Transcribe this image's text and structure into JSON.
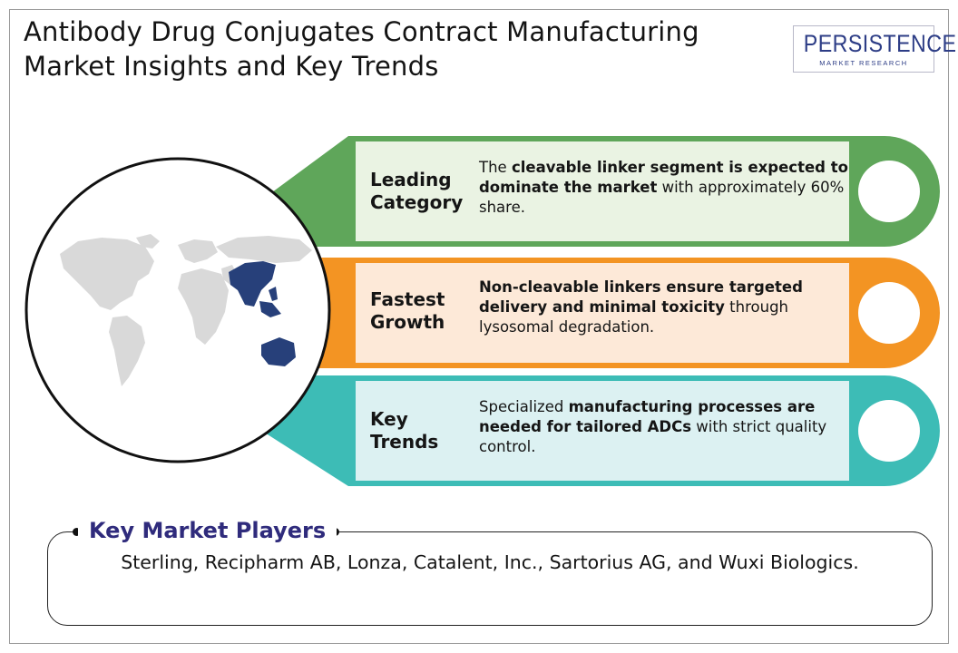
{
  "title": {
    "line1": "Antibody Drug Conjugates Contract Manufacturing",
    "line2": "Market Insights and Key Trends"
  },
  "logo": {
    "main": "PERSISTENCE",
    "sub": "MARKET RESEARCH",
    "color": "#2d3d86"
  },
  "map": {
    "highlight_region": "Asia Pacific",
    "highlight_color": "#27407a",
    "land_color": "#d9d9d9"
  },
  "rows": [
    {
      "label_line1": "Leading",
      "label_line2": "Category",
      "text_plain1": "The ",
      "text_bold": "cleavable linker segment is expected to dominate the market",
      "text_plain2": " with approximately 60% share.",
      "accent": "#5fa65a",
      "fill": "#eaf3e3"
    },
    {
      "label_line1": "Fastest",
      "label_line2": "Growth",
      "text_plain1": "",
      "text_bold": "Non-cleavable linkers ensure targeted delivery and minimal toxicity",
      "text_plain2": " through lysosomal degradation.",
      "accent": "#f39423",
      "fill": "#fde9d8"
    },
    {
      "label_line1": "Key",
      "label_line2": "Trends",
      "text_plain1": "Specialized ",
      "text_bold": "manufacturing processes are needed for tailored ADCs",
      "text_plain2": " with strict quality control.",
      "accent": "#3dbcb6",
      "fill": "#dcf1f2"
    }
  ],
  "players": {
    "title": "Key Market Players",
    "text": "Sterling, Recipharm AB, Lonza, Catalent, Inc., Sartorius AG, and Wuxi Biologics."
  }
}
